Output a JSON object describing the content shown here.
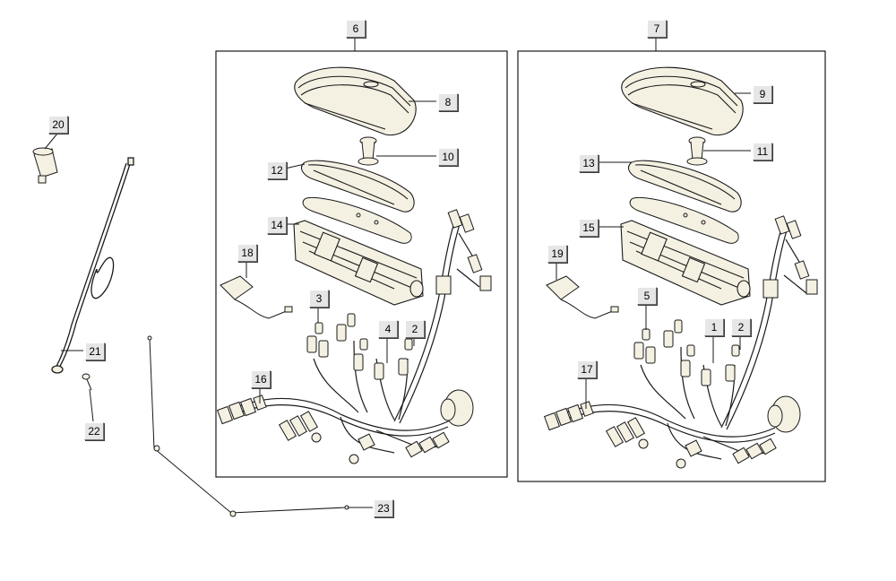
{
  "callouts": {
    "c1": "1",
    "c2a": "2",
    "c2b": "2",
    "c3": "3",
    "c4": "4",
    "c5": "5",
    "c6": "6",
    "c7": "7",
    "c8": "8",
    "c9": "9",
    "c10": "10",
    "c11": "11",
    "c12": "12",
    "c13": "13",
    "c14": "14",
    "c15": "15",
    "c16": "16",
    "c17": "17",
    "c18": "18",
    "c19": "19",
    "c20": "20",
    "c21": "21",
    "c22": "22",
    "c23": "23"
  },
  "colors": {
    "line": "#1a1a1a",
    "part_fill": "#f4f1e3",
    "label_bg": "#e6e6e6"
  }
}
